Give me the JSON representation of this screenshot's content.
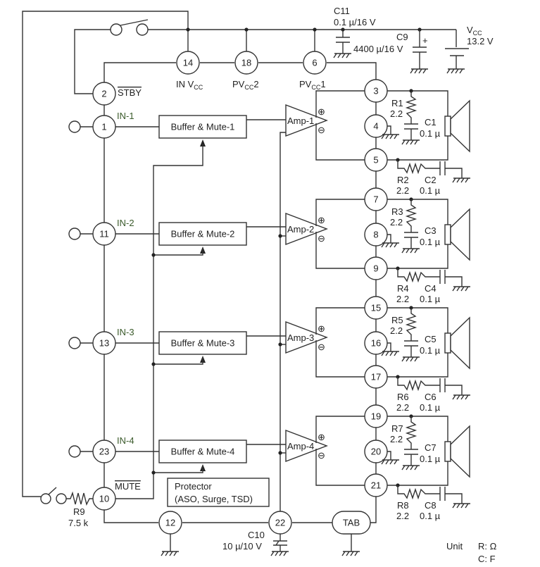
{
  "supply": {
    "vcc_label": "V",
    "vcc_sub": "CC",
    "vcc_value": "13.2 V",
    "c11_name": "C11",
    "c11_value": "0.1 µ/16 V",
    "c9_name": "C9",
    "c9_value": "4400 µ/16 V",
    "c9_polarity": "+"
  },
  "pins": {
    "p14": "14",
    "p18": "18",
    "p6": "6",
    "p2": "2",
    "p1": "1",
    "p11": "11",
    "p13": "13",
    "p23": "23",
    "p10": "10",
    "p12": "12",
    "p22": "22",
    "p3": "3",
    "p4": "4",
    "p5": "5",
    "p7": "7",
    "p8": "8",
    "p9": "9",
    "p15": "15",
    "p16": "16",
    "p17": "17",
    "p19": "19",
    "p20": "20",
    "p21": "21",
    "tab": "TAB"
  },
  "pin_labels": {
    "in_vcc": "IN V",
    "in_vcc_sub": "CC",
    "pvcc2": "PV",
    "pvcc2_sub": "CC",
    "pvcc2_suffix": "2",
    "pvcc1": "PV",
    "pvcc1_sub": "CC",
    "pvcc1_suffix": "1",
    "stby": "STBY",
    "mute": "MUTE",
    "in1": "IN-1",
    "in2": "IN-2",
    "in3": "IN-3",
    "in4": "IN-4"
  },
  "blocks": {
    "buffer1": "Buffer & Mute-1",
    "buffer2": "Buffer & Mute-2",
    "buffer3": "Buffer & Mute-3",
    "buffer4": "Buffer & Mute-4",
    "protector_line1": "Protector",
    "protector_line2": "(ASO, Surge, TSD)",
    "amp1": "Amp-1",
    "amp2": "Amp-2",
    "amp3": "Amp-3",
    "amp4": "Amp-4",
    "plus": "⊕",
    "minus": "⊖"
  },
  "channels": [
    {
      "r_top": "R1",
      "r_top_val": "2.2",
      "c_top": "C1",
      "c_top_val": "0.1 µ",
      "r_bot": "R2",
      "r_bot_val": "2.2",
      "c_bot": "C2",
      "c_bot_val": "0.1 µ"
    },
    {
      "r_top": "R3",
      "r_top_val": "2.2",
      "c_top": "C3",
      "c_top_val": "0.1 µ",
      "r_bot": "R4",
      "r_bot_val": "2.2",
      "c_bot": "C4",
      "c_bot_val": "0.1 µ"
    },
    {
      "r_top": "R5",
      "r_top_val": "2.2",
      "c_top": "C5",
      "c_top_val": "0.1 µ",
      "r_bot": "R6",
      "r_bot_val": "2.2",
      "c_bot": "C6",
      "c_bot_val": "0.1 µ"
    },
    {
      "r_top": "R7",
      "r_top_val": "2.2",
      "c_top": "C7",
      "c_top_val": "0.1 µ",
      "r_bot": "R8",
      "r_bot_val": "2.2",
      "c_bot": "C8",
      "c_bot_val": "0.1 µ"
    }
  ],
  "misc": {
    "r9_name": "R9",
    "r9_value": "7.5 k",
    "c10_name": "C10",
    "c10_value": "10 µ/10 V"
  },
  "units": {
    "label": "Unit",
    "r": "R: Ω",
    "c": "C: F"
  }
}
